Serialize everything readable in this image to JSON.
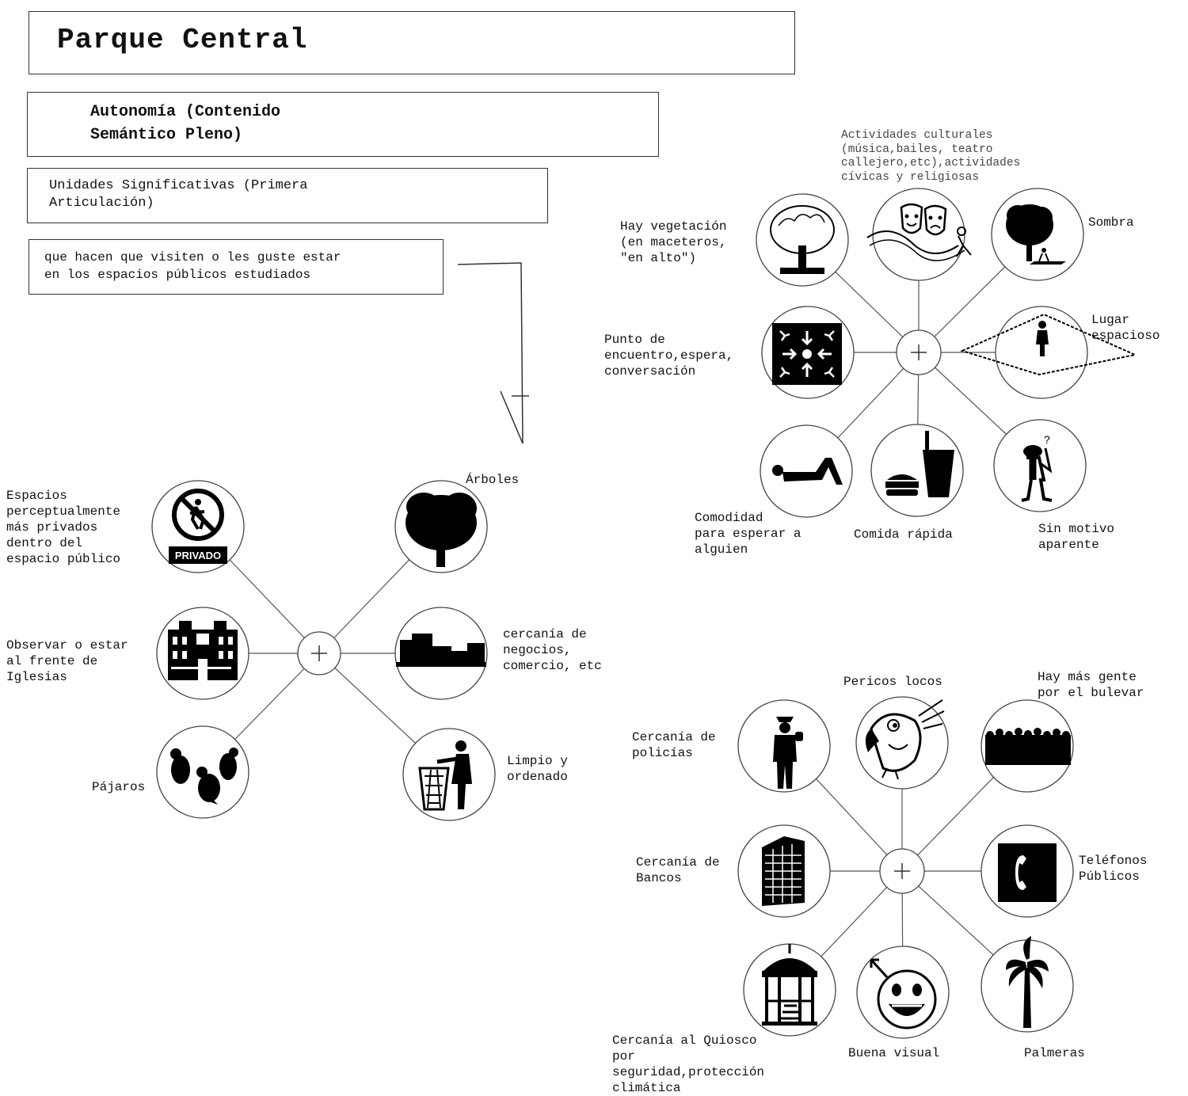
{
  "header": {
    "title": "Parque Central",
    "subtitle_line1": "Autonomía (Contenido",
    "subtitle_line2": "Semántico Pleno)",
    "units_line1": "Unidades Significativas (Primera",
    "units_line2": "Articulación)",
    "desc_line1": "que hacen que visiten o les guste estar",
    "desc_line2": "en los espacios públicos estudiados"
  },
  "icons": {
    "left": [
      "no-entry-private-icon",
      "tree-icon",
      "church-icon",
      "buildings-icon",
      "birds-icon",
      "trash-can-icon"
    ],
    "top_right": [
      "potted-tree-icon",
      "theater-masks-icon",
      "shade-tree-icon",
      "meeting-point-icon",
      "open-space-icon",
      "lying-person-icon",
      "fast-food-icon",
      "confused-person-icon"
    ],
    "bottom_right": [
      "police-icon",
      "crazy-parrot-icon",
      "crowd-icon",
      "bank-building-icon",
      "telephone-icon",
      "kiosk-icon",
      "smiley-icon",
      "palm-tree-icon"
    ]
  },
  "clusters": {
    "left": {
      "privado_label": "PRIVADO",
      "labels": {
        "espacios": "Espacios\nperceptualmente\nmás privados\ndentro del\nespacio público",
        "arboles": "Árboles",
        "iglesias": "Observar o estar\nal frente de\nIglesias",
        "negocios": "cercanía de\nnegocios,\ncomercio, etc",
        "pajaros": "Pájaros",
        "limpio": "Limpio y\nordenado"
      }
    },
    "top_right": {
      "labels": {
        "actividades": "Actividades culturales\n(música,bailes, teatro\ncallejero,etc),actividades\ncívicas y religiosas",
        "vegetacion": "Hay vegetación\n(en maceteros,\n\"en alto\")",
        "sombra": "Sombra",
        "encuentro": "Punto de\nencuentro,espera,\nconversación",
        "espacioso": "Lugar\nespacioso",
        "comodidad": "Comodidad\npara esperar a\nalguien",
        "comida": "Comida rápida",
        "sinmotivo": "Sin motivo\naparente"
      }
    },
    "bottom_right": {
      "labels": {
        "pericos": "Pericos locos",
        "gente": "Hay más gente\npor el bulevar",
        "policias": "Cercanía de\npolicías",
        "bancos": "Cercanía de\nBancos",
        "telefonos": "Teléfonos\nPúblicos",
        "quiosco": "Cercanía al Quiosco\npor\nseguridad,protección\nclimática",
        "visual": "Buena visual",
        "palmeras": "Palmeras"
      }
    }
  }
}
